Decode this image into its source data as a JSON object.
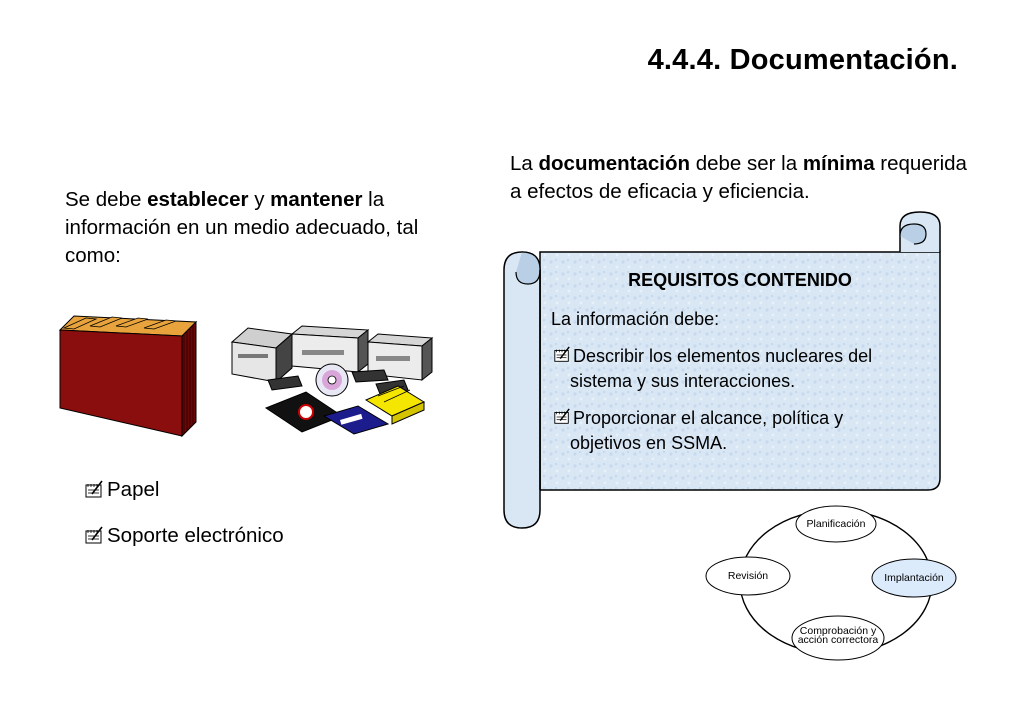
{
  "title": "4.4.4. Documentación.",
  "left_paragraph": {
    "pre": "Se debe ",
    "bold1": "establecer",
    "mid": " y ",
    "bold2": "mantener",
    "post": " la información en un medio adecuado, tal como:"
  },
  "right_paragraph": {
    "pre": "La ",
    "bold1": "documentación",
    "mid": " debe ser la ",
    "bold2": "mínima",
    "post": " requerida a efectos de eficacia y eficiencia."
  },
  "media_items": [
    "Papel",
    "Soporte electrónico"
  ],
  "scroll": {
    "heading": "REQUISITOS CONTENIDO",
    "intro": "La información debe:",
    "items": [
      {
        "line1": "Describir los elementos nucleares del",
        "line2": "sistema y sus interacciones."
      },
      {
        "line1": "Proporcionar el alcance, política y",
        "line2": "objetivos en SSMA."
      }
    ]
  },
  "cycle": {
    "nodes": {
      "top": "Planificación",
      "right": "Implantación",
      "bottom_line1": "Comprobación y",
      "bottom_line2": "acción correctora",
      "left": "Revisión"
    },
    "highlight_color": "#dcebfb"
  },
  "colors": {
    "folder": "#8b0e0e",
    "folder_tab": "#e8a33c",
    "scroll_fill": "#d9e7f5"
  },
  "icons": {
    "bullet": "notepad-pencil-icon"
  }
}
